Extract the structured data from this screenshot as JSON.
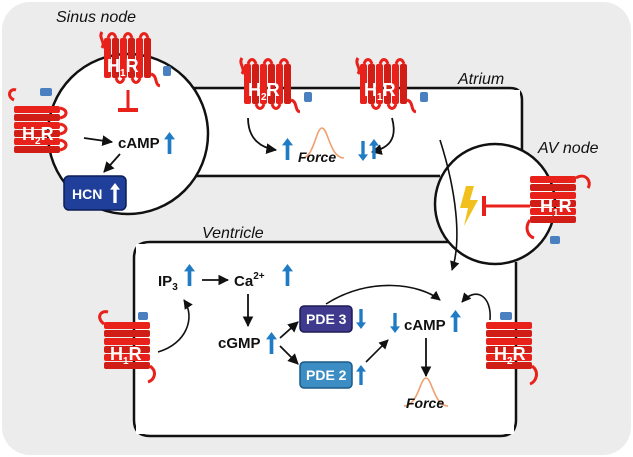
{
  "regions": {
    "sinus": "Sinus node",
    "atrium": "Atrium",
    "av": "AV node",
    "ventricle": "Ventricle"
  },
  "receptors": {
    "h1": "H",
    "h1_sub": "1",
    "h2": "H",
    "h2_sub": "2",
    "r": "R"
  },
  "molecules": {
    "camp": "cAMP",
    "hcn": "HCN",
    "force": "Force",
    "ip": "IP",
    "ip_sub": "3",
    "ca": "Ca",
    "ca_sup": "2+",
    "cgmp": "cGMP",
    "pde3": "PDE 3",
    "pde2": "PDE 2"
  },
  "colors": {
    "receptor": "#e8221b",
    "receptor_dark": "#b01812",
    "hcn_box": "#1f3f9a",
    "pde3_box": "#3f3a8e",
    "pde2_box": "#3b8dc4",
    "up_arrow": "#1f7bc4",
    "inhibit": "#e8221b",
    "bolt": "#f2c01c",
    "curve": "#f0a070",
    "panel": "#ececec"
  }
}
